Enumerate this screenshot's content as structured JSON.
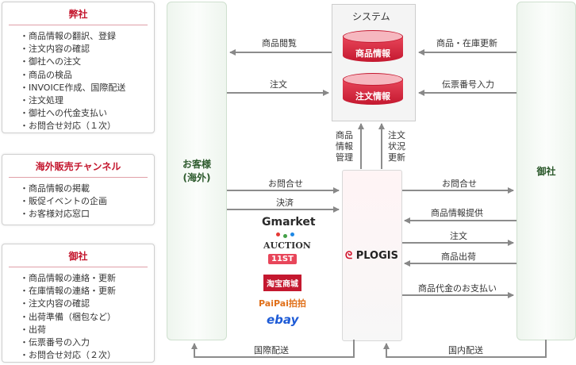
{
  "left_boxes": [
    {
      "title": "弊社",
      "items": [
        "商品情報の翻訳、登録",
        "注文内容の確認",
        "御社への注文",
        "商品の検品",
        "INVOICE作成、国際配送",
        "注文処理",
        "御社への代金支払い",
        "お問合せ対応（１次）"
      ]
    },
    {
      "title": "海外販売チャンネル",
      "items": [
        "商品情報の掲載",
        "販促イベントの企画",
        "お客様対応窓口"
      ]
    },
    {
      "title": "御社",
      "items": [
        "商品情報の連絡・更新",
        "在庫情報の連絡・更新",
        "注文内容の確認",
        "出荷準備（梱包など）",
        "出荷",
        "伝票番号の入力",
        "お問合せ対応（２次）"
      ]
    }
  ],
  "customer_col": {
    "line1": "お客様",
    "line2": "(海外)"
  },
  "client_col": {
    "title": "御社"
  },
  "system": {
    "title": "システム",
    "db1": "商品情報",
    "db2": "注文情報"
  },
  "plogis": {
    "mark": "ᘓ",
    "name": "PLOGIS"
  },
  "labels": {
    "browse": "商品閲覧",
    "order_left": "注文",
    "stock_update": "商品・在庫更新",
    "tracking_input": "伝票番号入力",
    "product_mgmt": [
      "商品",
      "情報",
      "管理"
    ],
    "order_status": [
      "注文",
      "状況",
      "更新"
    ],
    "inquiry_left": "お問合せ",
    "payment": "決済",
    "inquiry_right": "お問合せ",
    "product_info": "商品情報提供",
    "order_right": "注文",
    "shipping": "商品出荷",
    "pay_client": "商品代金のお支払い",
    "intl_shipping": "国際配送",
    "domestic_shipping": "国内配送"
  },
  "marketplaces": [
    "Gmarket",
    "AUCTION",
    "11ST",
    "淘宝商城",
    "PaiPai拍拍",
    "ebay"
  ]
}
